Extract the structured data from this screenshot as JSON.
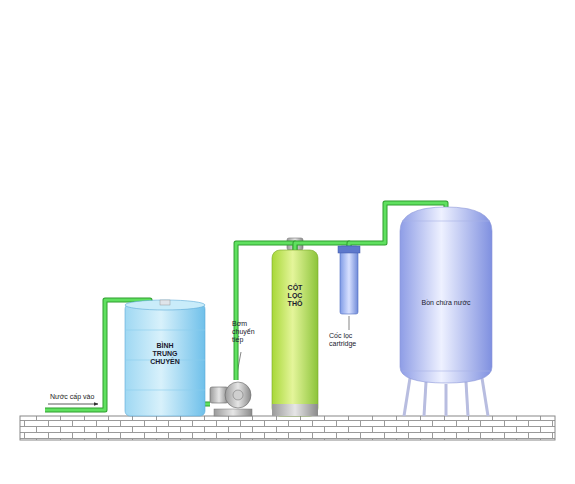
{
  "diagram": {
    "nodes": [
      {
        "text": [
          "BÌNH TRUNG CHUYỂN"
        ]
      },
      {
        "text": [
          "Bơm chuyển tiếp"
        ]
      },
      {
        "text": [
          "CỘT LỌC THÔ"
        ]
      },
      {
        "text": [
          "Cốc lọc cartridge"
        ]
      },
      {
        "text": [
          "Bồn chứa nước"
        ]
      }
    ],
    "edges": [
      {
        "from": 0,
        "to": 1,
        "arrow": "none"
      },
      {
        "from": 1,
        "to": 2,
        "arrow": "none"
      },
      {
        "from": 2,
        "to": 3,
        "arrow": "none"
      },
      {
        "from": 3,
        "to": 4,
        "arrow": "none"
      }
    ],
    "labels": [
      "Nước cấp vào"
    ]
  }
}
